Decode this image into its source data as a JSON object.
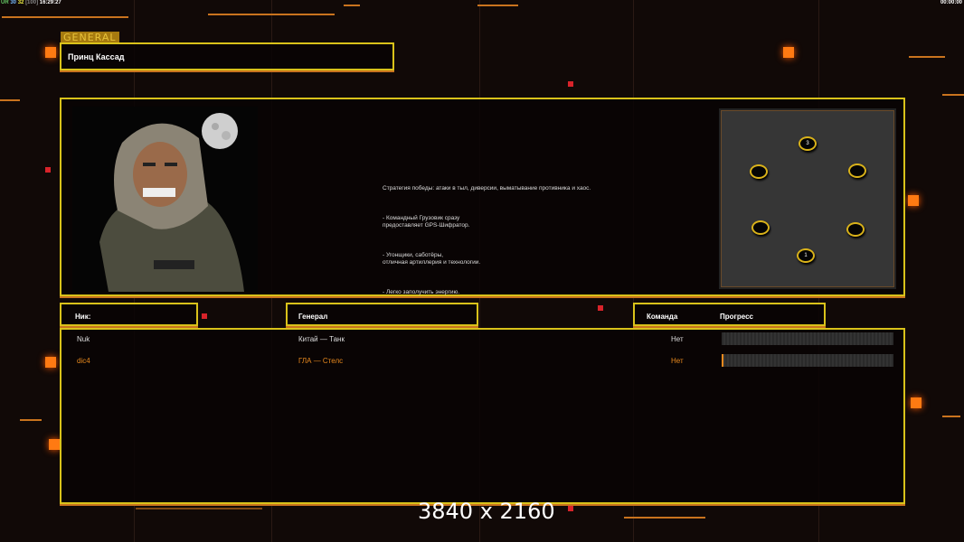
{
  "status_bar": {
    "left_tag": "UR",
    "n1": "30",
    "n2": "32",
    "n3": "[100]",
    "clock": "16:29:27",
    "timer": "00:00:00"
  },
  "general": {
    "label": "GENERAL",
    "name": "Принц Кассад"
  },
  "description": [
    "Стратегия победы: атаки в тыл, диверсии, выматывание противника и хаос.",
    "- Командный Грузовик сразу\nпредоставляет GPS-Шифратор.",
    "- Угонщики, саботёры,\nотличная артиллерия и технологии.",
    "- Легко заполучить энергию."
  ],
  "map": {
    "slots": [
      {
        "label": "3"
      },
      {
        "label": ""
      },
      {
        "label": ""
      },
      {
        "label": ""
      },
      {
        "label": ""
      },
      {
        "label": "1"
      }
    ]
  },
  "table": {
    "headers": {
      "nick": "Ник:",
      "general": "Генерал",
      "team": "Команда",
      "progress": "Прогресс"
    },
    "rows": [
      {
        "nick": "Nuk",
        "general": "Китай — Танк",
        "team": "Нет",
        "progress": 0,
        "color": "#dddddd"
      },
      {
        "nick": "dic4",
        "general": "ГЛА — Стелс",
        "team": "Нет",
        "progress": 1,
        "color": "#e8891e"
      }
    ]
  },
  "watermark": "3840 x 2160",
  "colors": {
    "accent": "#d9c21a",
    "orange": "#ff7a12"
  }
}
